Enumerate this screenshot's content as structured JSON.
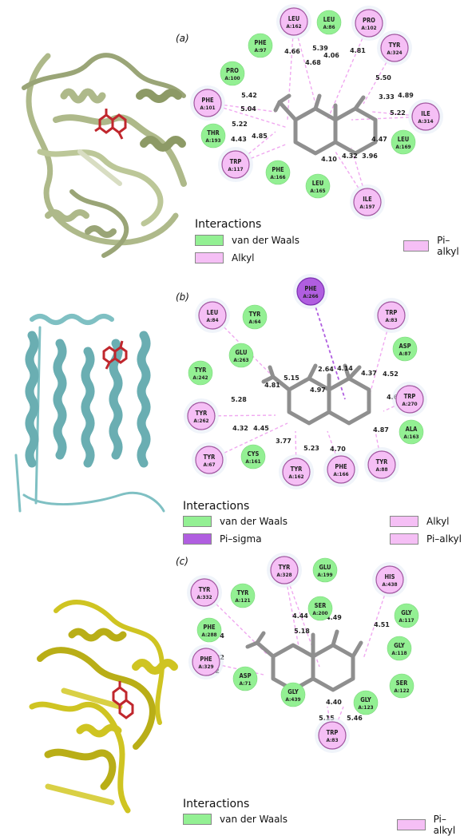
{
  "colors": {
    "vdw": "#93f093",
    "alkyl": "#f5bff5",
    "pisigma": "#b05ee0",
    "ligand": "#8f8f8f",
    "proteinA": "#aeb98a",
    "proteinB": "#7fc0c3",
    "proteinC": "#cfc422",
    "ligandRed": "#c0272d"
  },
  "panels": [
    {
      "label": "(a)",
      "legend_title": "Interactions",
      "legend": [
        {
          "name": "van der Waals",
          "type": "vdw"
        },
        {
          "name": "Alkyl",
          "type": "alkyl"
        },
        {
          "name": "Pi–alkyl",
          "type": "alkyl"
        }
      ],
      "residues": [
        {
          "id": "LEU",
          "num": "A:162",
          "type": "alkyl"
        },
        {
          "id": "LEU",
          "num": "A:86",
          "type": "vdw"
        },
        {
          "id": "PRO",
          "num": "A:102",
          "type": "alkyl"
        },
        {
          "id": "PHE",
          "num": "A:97",
          "type": "vdw"
        },
        {
          "id": "TYR",
          "num": "A:324",
          "type": "alkyl"
        },
        {
          "id": "PRO",
          "num": "A:100",
          "type": "vdw"
        },
        {
          "id": "PHE",
          "num": "A:101",
          "type": "alkyl"
        },
        {
          "id": "ILE",
          "num": "A:314",
          "type": "alkyl"
        },
        {
          "id": "THR",
          "num": "A:193",
          "type": "vdw"
        },
        {
          "id": "LEU",
          "num": "A:169",
          "type": "vdw"
        },
        {
          "id": "TRP",
          "num": "A:117",
          "type": "alkyl"
        },
        {
          "id": "PHE",
          "num": "A:166",
          "type": "vdw"
        },
        {
          "id": "LEU",
          "num": "A:165",
          "type": "vdw"
        },
        {
          "id": "ILE",
          "num": "A:197",
          "type": "alkyl"
        }
      ],
      "distances": [
        "5.39",
        "4.66",
        "4.06",
        "4.68",
        "4.81",
        "5.50",
        "5.42",
        "5.04",
        "3.33",
        "4.89",
        "5.22",
        "5.22",
        "4.43",
        "4.85",
        "4.47",
        "4.10",
        "4.32",
        "3.96"
      ]
    },
    {
      "label": "(b)",
      "legend_title": "Interactions",
      "legend": [
        {
          "name": "van der Waals",
          "type": "vdw"
        },
        {
          "name": "Pi–sigma",
          "type": "pisigma"
        },
        {
          "name": "Alkyl",
          "type": "alkyl"
        },
        {
          "name": "Pi–alkyl",
          "type": "alkyl"
        }
      ],
      "residues": [
        {
          "id": "PHE",
          "num": "A:266",
          "type": "pisigma"
        },
        {
          "id": "LEU",
          "num": "A:84",
          "type": "alkyl"
        },
        {
          "id": "TYR",
          "num": "A:64",
          "type": "vdw"
        },
        {
          "id": "TRP",
          "num": "A:83",
          "type": "alkyl"
        },
        {
          "id": "GLU",
          "num": "A:263",
          "type": "vdw"
        },
        {
          "id": "ASP",
          "num": "A:87",
          "type": "vdw"
        },
        {
          "id": "TYR",
          "num": "A:242",
          "type": "vdw"
        },
        {
          "id": "TRP",
          "num": "A:270",
          "type": "alkyl"
        },
        {
          "id": "TYR",
          "num": "A:262",
          "type": "alkyl"
        },
        {
          "id": "ALA",
          "num": "A:163",
          "type": "vdw"
        },
        {
          "id": "TYR",
          "num": "A:67",
          "type": "alkyl"
        },
        {
          "id": "CYS",
          "num": "A:161",
          "type": "vdw"
        },
        {
          "id": "TYR",
          "num": "A:162",
          "type": "alkyl"
        },
        {
          "id": "PHE",
          "num": "A:166",
          "type": "alkyl"
        },
        {
          "id": "TYR",
          "num": "A:88",
          "type": "alkyl"
        }
      ],
      "distances": [
        "2.64",
        "4.14",
        "4.37",
        "4.52",
        "5.15",
        "4.81",
        "4.97",
        "4.69",
        "5.28",
        "4.32",
        "4.45",
        "3.77",
        "5.23",
        "4.70",
        "4.87"
      ]
    },
    {
      "label": "(c)",
      "legend_title": "Interactions",
      "legend": [
        {
          "name": "van der Waals",
          "type": "vdw"
        },
        {
          "name": "Pi–alkyl",
          "type": "alkyl"
        }
      ],
      "residues": [
        {
          "id": "TYR",
          "num": "A:328",
          "type": "alkyl"
        },
        {
          "id": "GLU",
          "num": "A:199",
          "type": "vdw"
        },
        {
          "id": "HIS",
          "num": "A:438",
          "type": "alkyl"
        },
        {
          "id": "TYR",
          "num": "A:332",
          "type": "alkyl"
        },
        {
          "id": "TYR",
          "num": "A:121",
          "type": "vdw"
        },
        {
          "id": "SER",
          "num": "A:200",
          "type": "vdw"
        },
        {
          "id": "GLY",
          "num": "A:117",
          "type": "vdw"
        },
        {
          "id": "PHE",
          "num": "A:288",
          "type": "vdw"
        },
        {
          "id": "GLY",
          "num": "A:118",
          "type": "vdw"
        },
        {
          "id": "PHE",
          "num": "A:329",
          "type": "alkyl"
        },
        {
          "id": "ASP",
          "num": "A:71",
          "type": "vdw"
        },
        {
          "id": "SER",
          "num": "A:122",
          "type": "vdw"
        },
        {
          "id": "GLY",
          "num": "A:439",
          "type": "vdw"
        },
        {
          "id": "GLY",
          "num": "A:123",
          "type": "vdw"
        },
        {
          "id": "TRP",
          "num": "A:83",
          "type": "alkyl"
        }
      ],
      "distances": [
        "4.44",
        "4.49",
        "5.18",
        "4.51",
        "3.94",
        "3.82",
        "5.02",
        "4.40",
        "5.15",
        "5.46"
      ]
    }
  ]
}
